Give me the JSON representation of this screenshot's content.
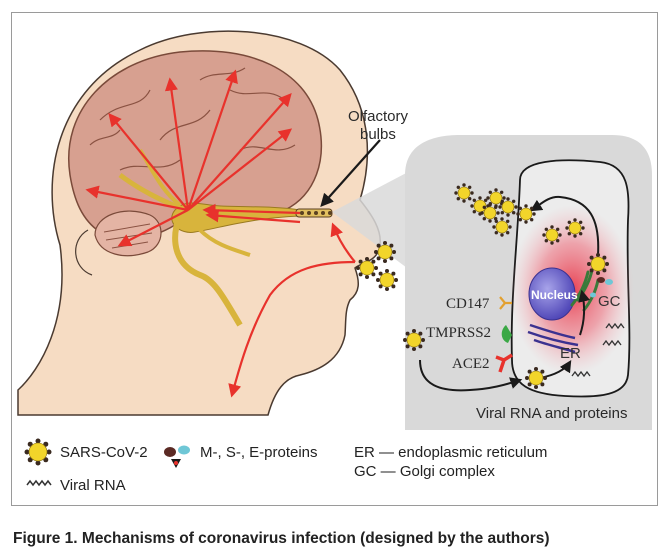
{
  "labels": {
    "olfactory_line1": "Olfactory",
    "olfactory_line2": "bulbs",
    "nucleus": "Nucleus",
    "gc": "GC",
    "er": "ER",
    "cd147": "CD147",
    "tmprss2": "TMPRSS2",
    "ace2": "ACE2",
    "viral_rna_proteins": "Viral RNA and proteins"
  },
  "legend": {
    "sars_cov_2": "SARS-CoV-2",
    "proteins": "M-, S-, E-proteins",
    "viral_rna": "Viral RNA",
    "er_def": "ER — endoplasmic reticulum",
    "gc_def": "GC — Golgi complex"
  },
  "caption": "Figure 1. Mechanisms of coronavirus infection (designed by the authors)",
  "colors": {
    "skin": "#f6dcc3",
    "brain": "#d7a090",
    "nerve": "#d8b43c",
    "arrow": "#e8322c",
    "cell_panel": "#d9d9d9",
    "nucleus": "#6b63c8",
    "virus": "#f2d52a"
  }
}
